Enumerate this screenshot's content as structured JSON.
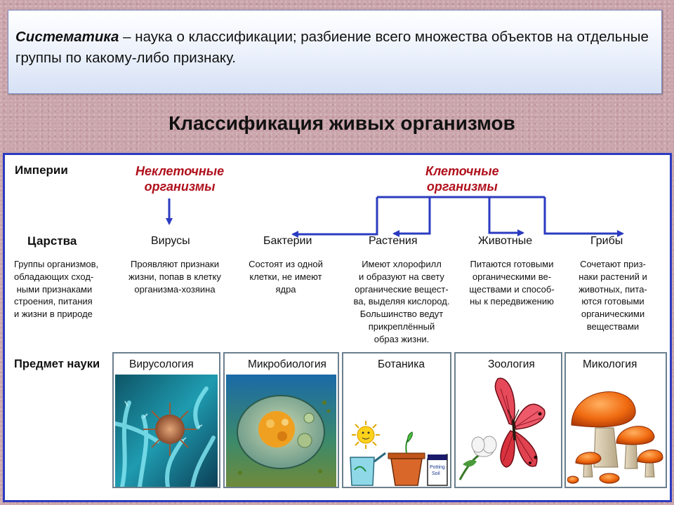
{
  "definition": {
    "term": "Систематика",
    "text": " – наука о классификации; разбиение всего множества объектов на отдельные группы по какому-либо признаку."
  },
  "title": "Классификация живых организмов",
  "diagram": {
    "empires_label": "Империи",
    "noncellular": [
      "Неклеточные",
      "организмы"
    ],
    "cellular": [
      "Клеточные",
      "организмы"
    ],
    "kingdoms_label": "Царства",
    "groups_desc": "Группы организмов,\nобладающих сход-\n ными признаками\nстроения, питания\nи жизни в природе",
    "kingdoms": [
      {
        "name": "Вирусы",
        "desc": "Проявляют признаки\nжизни, попав в клетку\nорганизма-хозяина",
        "science": "Вирусология"
      },
      {
        "name": "Бактерии",
        "desc": "Состоят из одной\nклетки, не имеют\nядра",
        "science": "Микробиология"
      },
      {
        "name": "Растения",
        "desc": "Имеют хлорофилл\nи образуют на свету\nорганические вещест-\nва, выделяя кислород.\nБольшинство ведут\nприкреплённый\nобраз жизни.",
        "science": "Ботаника"
      },
      {
        "name": "Животные",
        "desc": "Питаются готовыми\nорганическими ве-\nществами и способ-\nны к передвижению",
        "science": "Зоология"
      },
      {
        "name": "Грибы",
        "desc": "Сочетают приз-\nнаки растений и\nживотных, пита-\nются готовыми\nорганическими\nвеществами",
        "science": "Микология"
      }
    ],
    "subject_label": "Предмет науки",
    "soil_label": [
      "Potting",
      "Soil"
    ]
  },
  "colors": {
    "panel_border": "#2b3bc0",
    "arrow": "#2b3bc0",
    "accent_red": "#b0101c"
  }
}
